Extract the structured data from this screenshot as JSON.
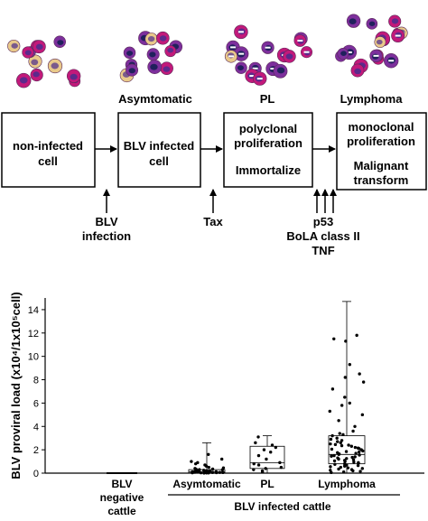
{
  "flow": {
    "stage_labels": [
      "Asymtomatic",
      "PL",
      "Lymphoma"
    ],
    "boxes": [
      [
        "non-infected",
        "cell"
      ],
      [
        "BLV infected",
        "cell"
      ],
      [
        "polyclonal",
        "proliferation",
        "",
        "Immortalize"
      ],
      [
        "monoclonal",
        "proliferation",
        "",
        "Malignant",
        "transform"
      ]
    ],
    "triggers": {
      "infection": [
        "BLV",
        "infection"
      ],
      "tax": "Tax",
      "factors": [
        "p53",
        "BoLA class II",
        "TNF"
      ]
    }
  },
  "chart_data": {
    "type": "box",
    "ylabel": "BLV proviral load (x10⁴/1x10⁵cell)",
    "ylim": [
      0,
      15
    ],
    "yticks": [
      0,
      2,
      4,
      6,
      8,
      10,
      12,
      14
    ],
    "categories": [
      "BLV negative cattle",
      "Asymtomatic",
      "PL",
      "Lymphoma"
    ],
    "category_lines": [
      [
        "BLV",
        "negative",
        "cattle"
      ],
      [
        "Asymtomatic"
      ],
      [
        "PL"
      ],
      [
        "Lymphoma"
      ]
    ],
    "group_label": "BLV infected cattle",
    "boxes": [
      {
        "name": "BLV negative cattle",
        "min": 0,
        "q1": 0,
        "median": 0,
        "q3": 0,
        "max": 0
      },
      {
        "name": "Asymtomatic",
        "min": 0,
        "q1": 0,
        "median": 0.1,
        "q3": 0.3,
        "max": 2.6
      },
      {
        "name": "PL",
        "min": 0,
        "q1": 0.4,
        "median": 0.9,
        "q3": 2.3,
        "max": 3.2
      },
      {
        "name": "Lymphoma",
        "min": 0,
        "q1": 0.8,
        "median": 1.6,
        "q3": 3.2,
        "max": 14.7
      }
    ],
    "points": {
      "Asymtomatic": [
        0.02,
        0.05,
        0.08,
        0.1,
        0.12,
        0.15,
        0.03,
        0.06,
        0.2,
        0.25,
        0.3,
        0.04,
        0.07,
        0.1,
        0.18,
        0.22,
        0.35,
        0.4,
        0.5,
        0.6,
        0.8,
        1.0,
        1.2,
        0.05,
        0.09,
        0.14,
        0.28,
        0.33,
        0.01,
        0.02,
        0.06,
        0.11,
        0.16,
        0.45,
        0.7,
        0.9,
        1.6,
        0.03,
        0.08,
        0.12
      ],
      "PL": [
        0.1,
        0.2,
        0.3,
        0.5,
        0.7,
        0.9,
        1.2,
        1.5,
        1.8,
        2.0,
        2.2,
        2.4,
        2.6,
        3.1,
        0.4,
        0.8
      ],
      "Lymphoma": [
        0.05,
        0.1,
        0.2,
        0.3,
        0.4,
        0.5,
        0.6,
        0.7,
        0.8,
        0.9,
        1.0,
        1.1,
        1.2,
        1.3,
        1.4,
        1.5,
        1.6,
        1.7,
        1.8,
        1.9,
        2.0,
        2.1,
        2.2,
        2.3,
        2.4,
        2.5,
        2.6,
        2.8,
        3.0,
        3.3,
        3.6,
        4.0,
        4.5,
        5.0,
        5.3,
        5.8,
        6.0,
        6.5,
        7.2,
        7.8,
        8.2,
        8.5,
        9.3,
        11.3,
        11.5,
        11.8,
        0.15,
        0.35,
        0.55,
        0.75,
        0.95,
        1.15,
        1.35,
        1.55,
        1.75,
        2.15,
        2.45,
        2.9,
        3.2,
        0.25,
        0.45,
        0.65,
        0.85,
        1.05,
        1.25,
        1.45,
        1.65,
        1.85,
        2.05,
        2.35,
        2.7,
        3.4
      ]
    }
  }
}
